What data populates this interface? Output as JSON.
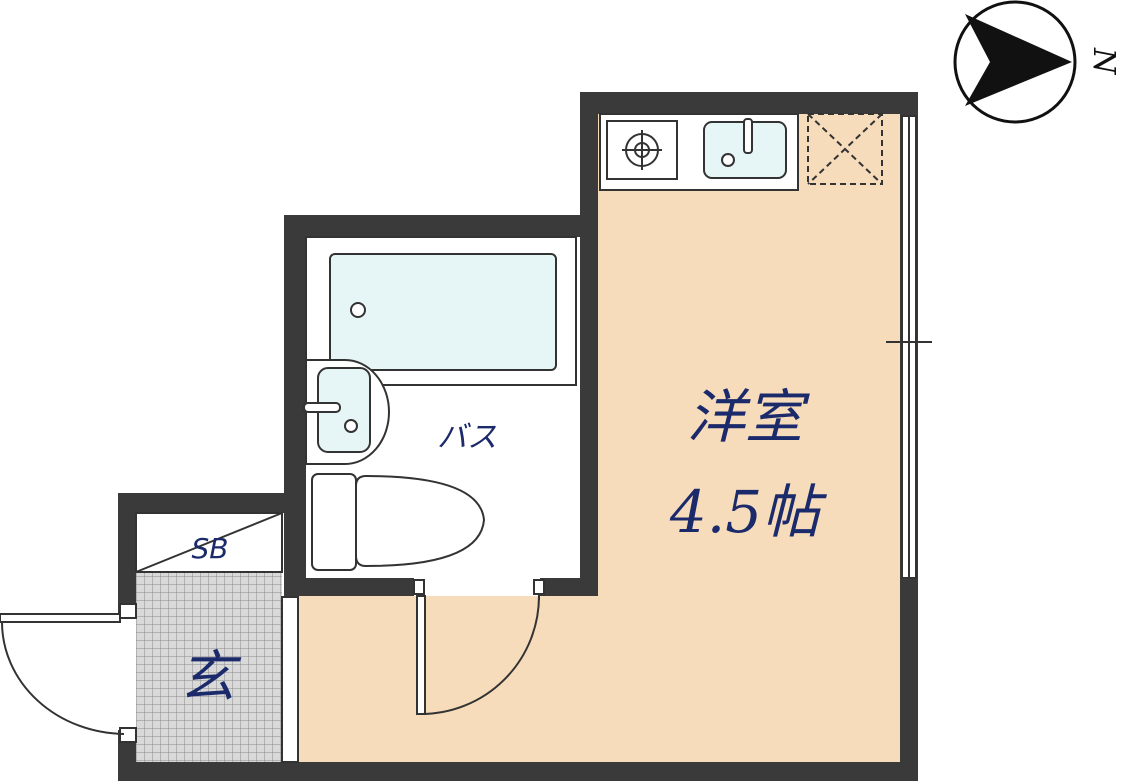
{
  "compass": {
    "north_label": "N",
    "icon": "compass-arrow-icon"
  },
  "rooms": {
    "western_room": {
      "name": "洋室",
      "size": "4.5帖"
    },
    "bath": {
      "name": "バス"
    },
    "storage": {
      "name": "SB"
    },
    "entrance": {
      "name": "玄"
    }
  },
  "colors": {
    "wall": "#3a3a3a",
    "floor": "#f7dcbc",
    "bath_tub": "#e6f6f6",
    "entrance_tile": "#bdbdbd",
    "text": "#1b2a6b"
  }
}
